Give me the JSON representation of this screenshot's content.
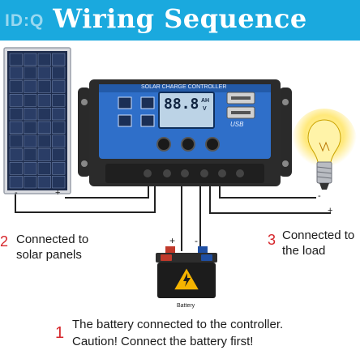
{
  "banner": {
    "title": "Wiring Sequence",
    "watermark": "ID:Q"
  },
  "controller": {
    "label": "SOLAR CHARGE CONTROLLER",
    "display": "88.8",
    "unit_a": "AH",
    "unit_b": "V",
    "usb_label": "USB"
  },
  "terminals": {
    "plus": "+",
    "minus": "-"
  },
  "battery": {
    "label": "Battery"
  },
  "steps": [
    {
      "number": "1",
      "line1": "The battery connected to the controller.",
      "line2": "Caution! Connect the battery first!"
    },
    {
      "number": "2",
      "line1": "Connected to",
      "line2": "solar panels"
    },
    {
      "number": "3",
      "line1": "Connected to",
      "line2": "the load"
    }
  ],
  "colors": {
    "banner": "#1aa9de",
    "controller_blue": "#2f6fc9",
    "step_number": "#d6262b",
    "battery_black": "#1c1c1c",
    "warning_yellow": "#f5b400"
  }
}
